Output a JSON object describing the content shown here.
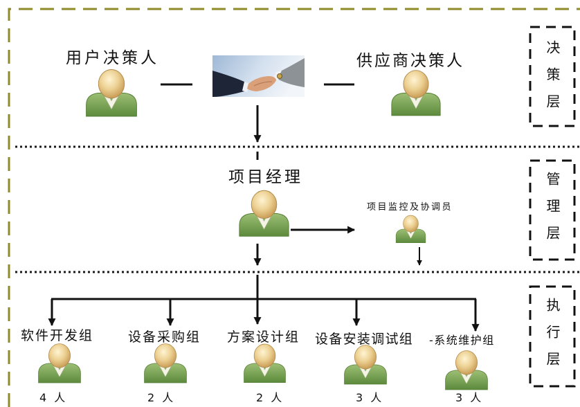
{
  "layers": [
    {
      "label": "决策层"
    },
    {
      "label": "管理层"
    },
    {
      "label": "执行层"
    }
  ],
  "decision": {
    "client_decision_maker": "用户决策人",
    "supplier_decision_maker": "供应商决策人"
  },
  "management": {
    "project_manager": "项目经理",
    "monitor_coordinator": "项目监控及协调员"
  },
  "execution": {
    "groups": [
      {
        "name": "软件开发组",
        "count": "4 人"
      },
      {
        "name": "设备采购组",
        "count": "2 人"
      },
      {
        "name": "方案设计组",
        "count": "2 人"
      },
      {
        "name": "设备安装调试组",
        "count": "3 人"
      },
      {
        "name": "-系统维护组",
        "count": "3 人"
      }
    ]
  },
  "colors": {
    "outer_border": "#8f8a2a",
    "person_body_top": "#9cbf74",
    "person_body_bottom": "#5c8a3c",
    "person_head_light": "#fff4d2",
    "person_head_dark": "#c4954e"
  }
}
